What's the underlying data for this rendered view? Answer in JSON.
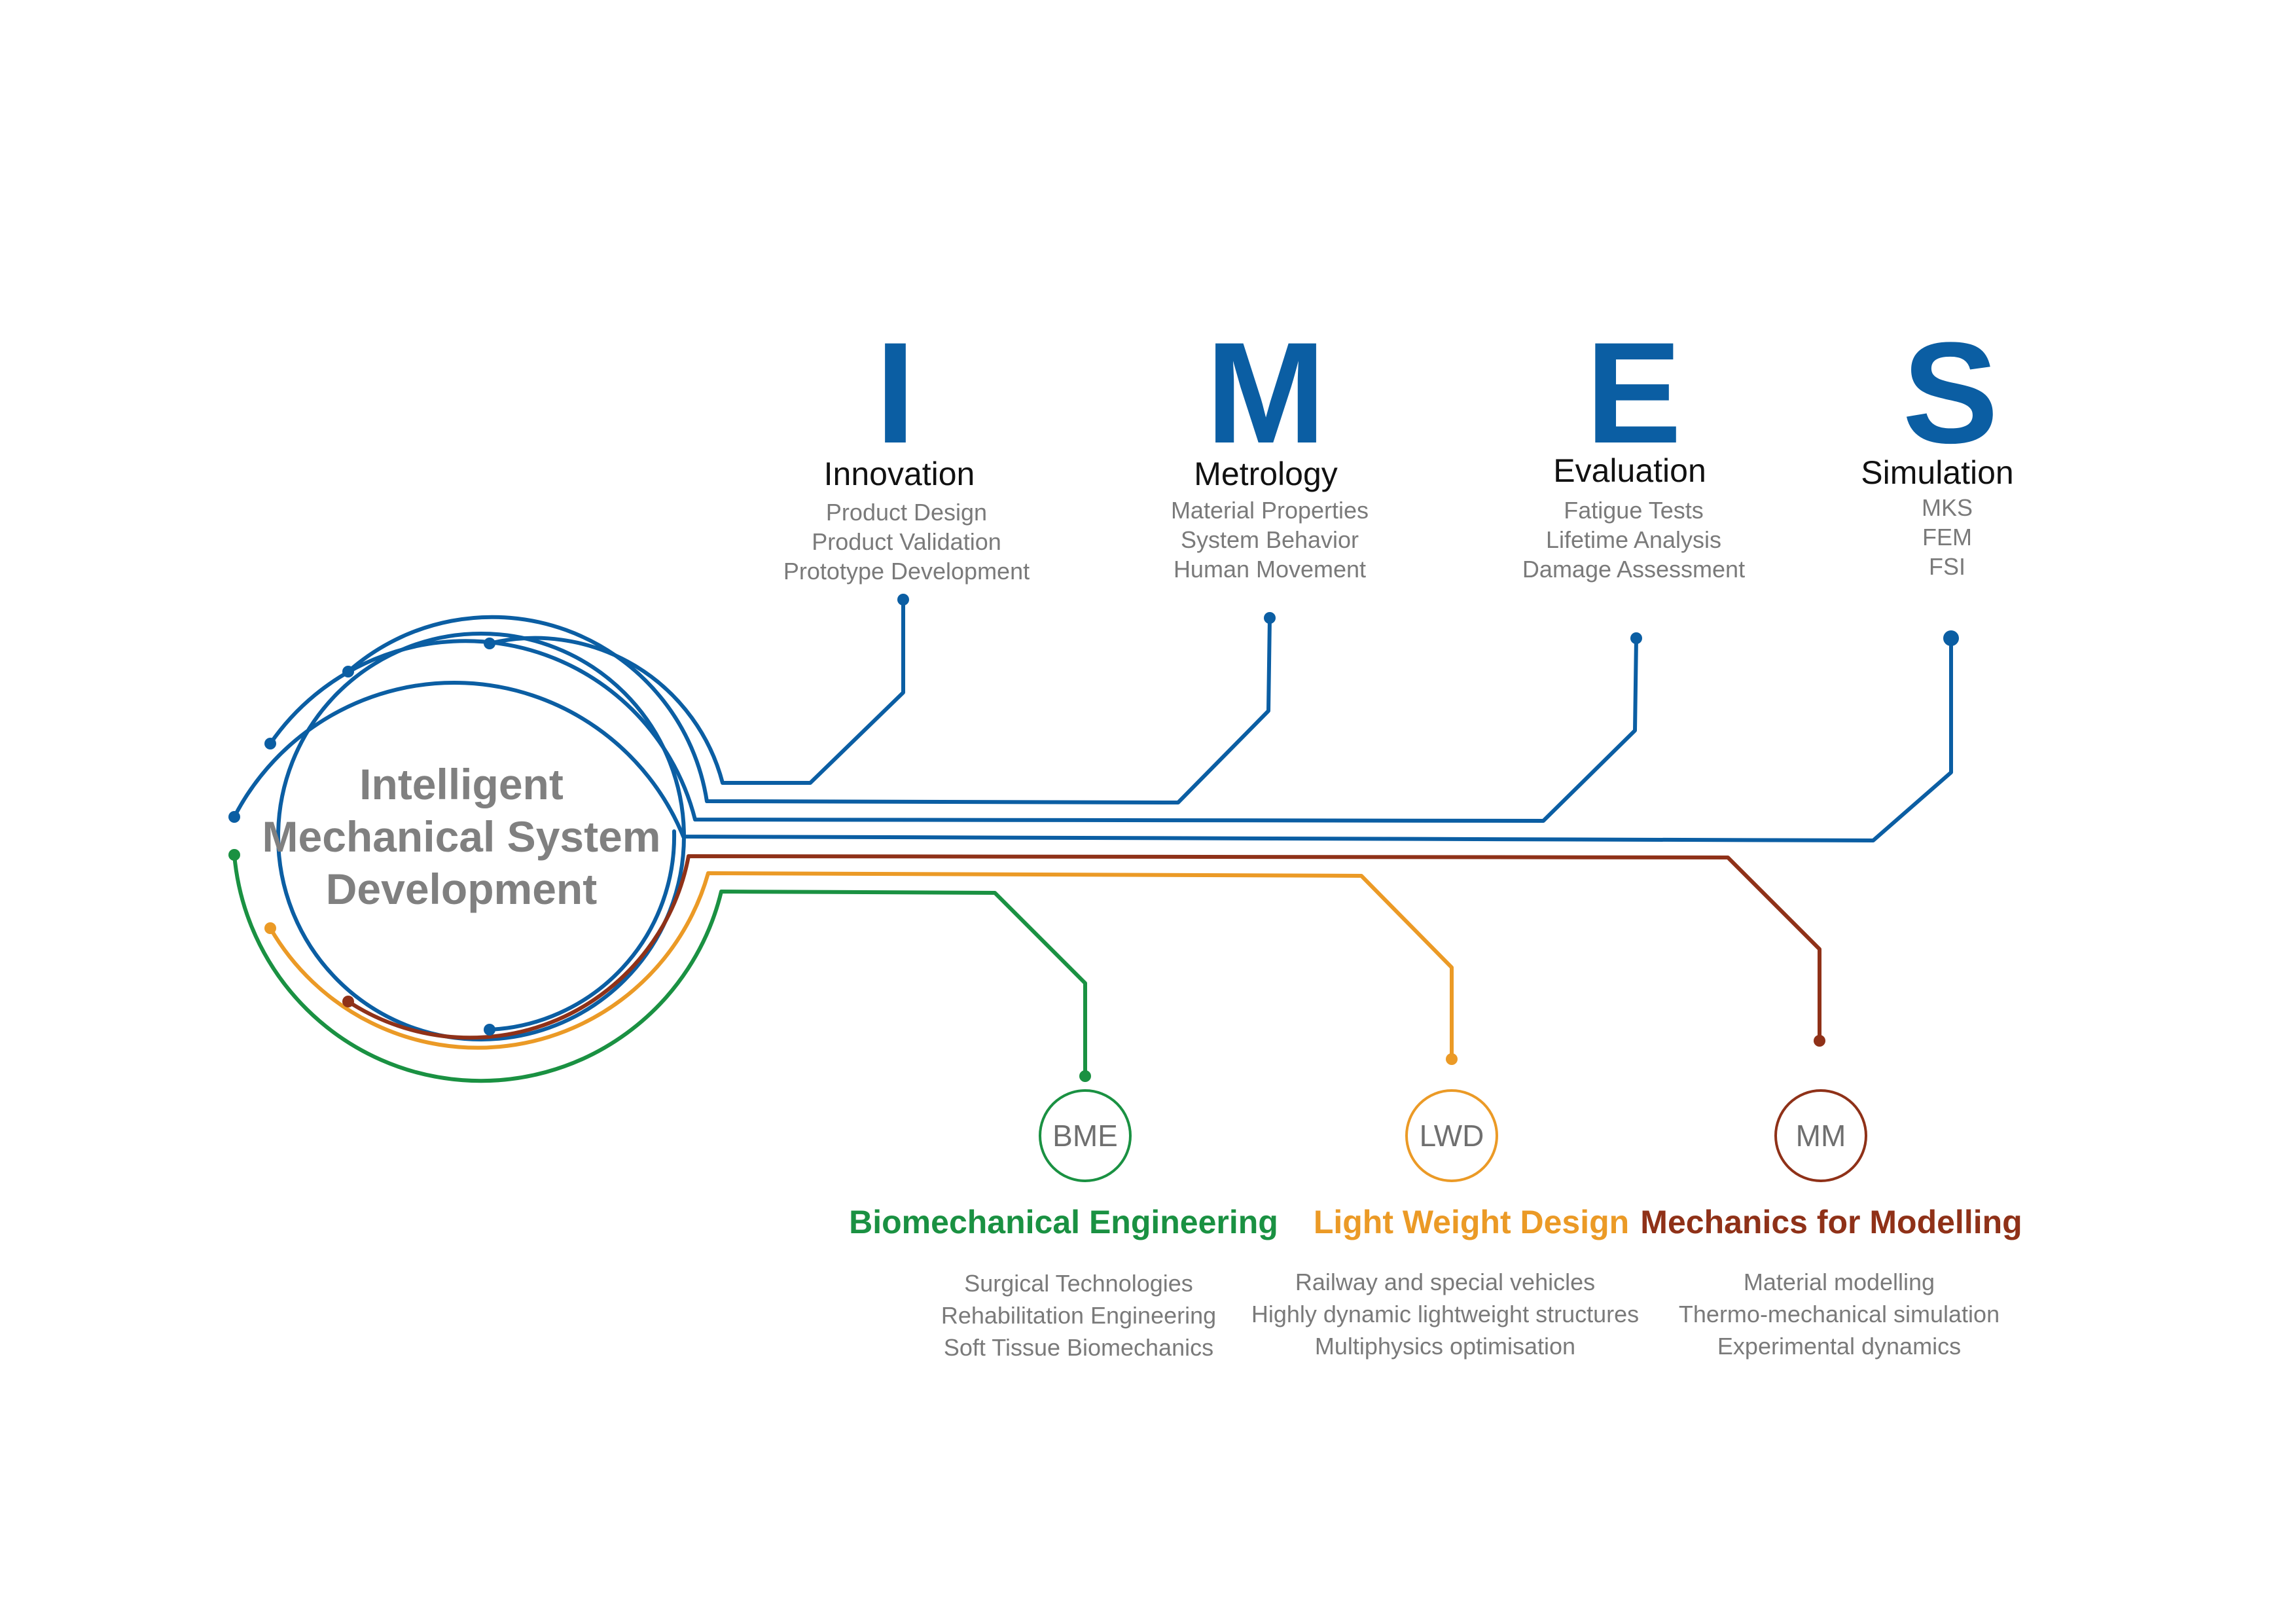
{
  "hub": {
    "lines": [
      "Intelligent",
      "Mechanical System",
      "Development"
    ]
  },
  "pillars": [
    {
      "letter": "I",
      "title": "Innovation",
      "items": [
        "Product Design",
        "Product Validation",
        "Prototype Development"
      ]
    },
    {
      "letter": "M",
      "title": "Metrology",
      "items": [
        "Material Properties",
        "System Behavior",
        "Human Movement"
      ]
    },
    {
      "letter": "E",
      "title": "Evaluation",
      "items": [
        "Fatigue Tests",
        "Lifetime Analysis",
        "Damage Assessment"
      ]
    },
    {
      "letter": "S",
      "title": "Simulation",
      "items": [
        "MKS",
        "FEM",
        "FSI"
      ]
    }
  ],
  "areas": [
    {
      "abbr": "BME",
      "title": "Biomechanical Engineering",
      "color": "#1a9142",
      "items": [
        "Surgical Technologies",
        "Rehabilitation Engineering",
        "Soft Tissue Biomechanics"
      ]
    },
    {
      "abbr": "LWD",
      "title": "Light Weight Design",
      "color": "#eb9a26",
      "items": [
        "Railway and special vehicles",
        "Highly dynamic lightweight structures",
        "Multiphysics optimisation"
      ]
    },
    {
      "abbr": "MM",
      "title": "Mechanics for Modelling",
      "color": "#8f3118",
      "items": [
        "Material modelling",
        "Thermo-mechanical simulation",
        "Experimental dynamics"
      ]
    }
  ],
  "colors": {
    "blue": "#0b5ea3",
    "green": "#1a9142",
    "orange": "#eb9a26",
    "brown": "#8f3118",
    "gray_text": "#808080"
  }
}
